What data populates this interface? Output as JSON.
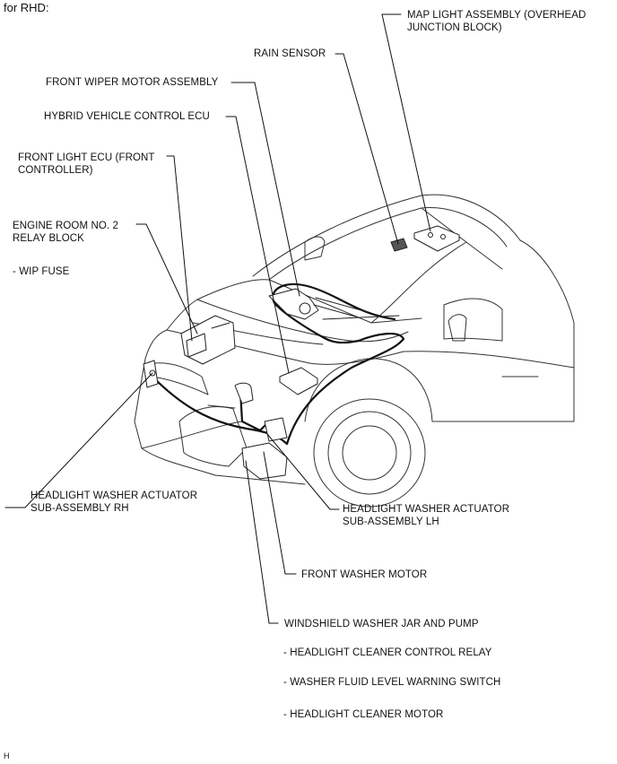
{
  "header": {
    "title": "for RHD:"
  },
  "labels": {
    "map_light_1": "MAP LIGHT ASSEMBLY (OVERHEAD",
    "map_light_2": "JUNCTION BLOCK)",
    "rain_sensor": "RAIN SENSOR",
    "front_wiper_motor": "FRONT WIPER MOTOR ASSEMBLY",
    "hybrid_ecu": "HYBRID VEHICLE CONTROL ECU",
    "front_light_ecu_1": "FRONT LIGHT ECU (FRONT",
    "front_light_ecu_2": "CONTROLLER)",
    "engine_room_relay_1": "ENGINE ROOM NO. 2",
    "engine_room_relay_2": "RELAY BLOCK",
    "wip_fuse": "- WIP FUSE",
    "hw_actuator_rh_1": "HEADLIGHT WASHER ACTUATOR",
    "hw_actuator_rh_2": "SUB-ASSEMBLY RH",
    "hw_actuator_lh_1": "HEADLIGHT WASHER ACTUATOR",
    "hw_actuator_lh_2": "SUB-ASSEMBLY LH",
    "front_washer_motor": "FRONT WASHER MOTOR",
    "windshield_washer_jar": "WINDSHIELD WASHER JAR AND PUMP",
    "headlight_cleaner_relay": "- HEADLIGHT CLEANER CONTROL RELAY",
    "washer_fluid_switch": "- WASHER FLUID LEVEL WARNING SWITCH",
    "headlight_cleaner_motor": "- HEADLIGHT CLEANER MOTOR"
  },
  "footer": {
    "code": "H"
  }
}
